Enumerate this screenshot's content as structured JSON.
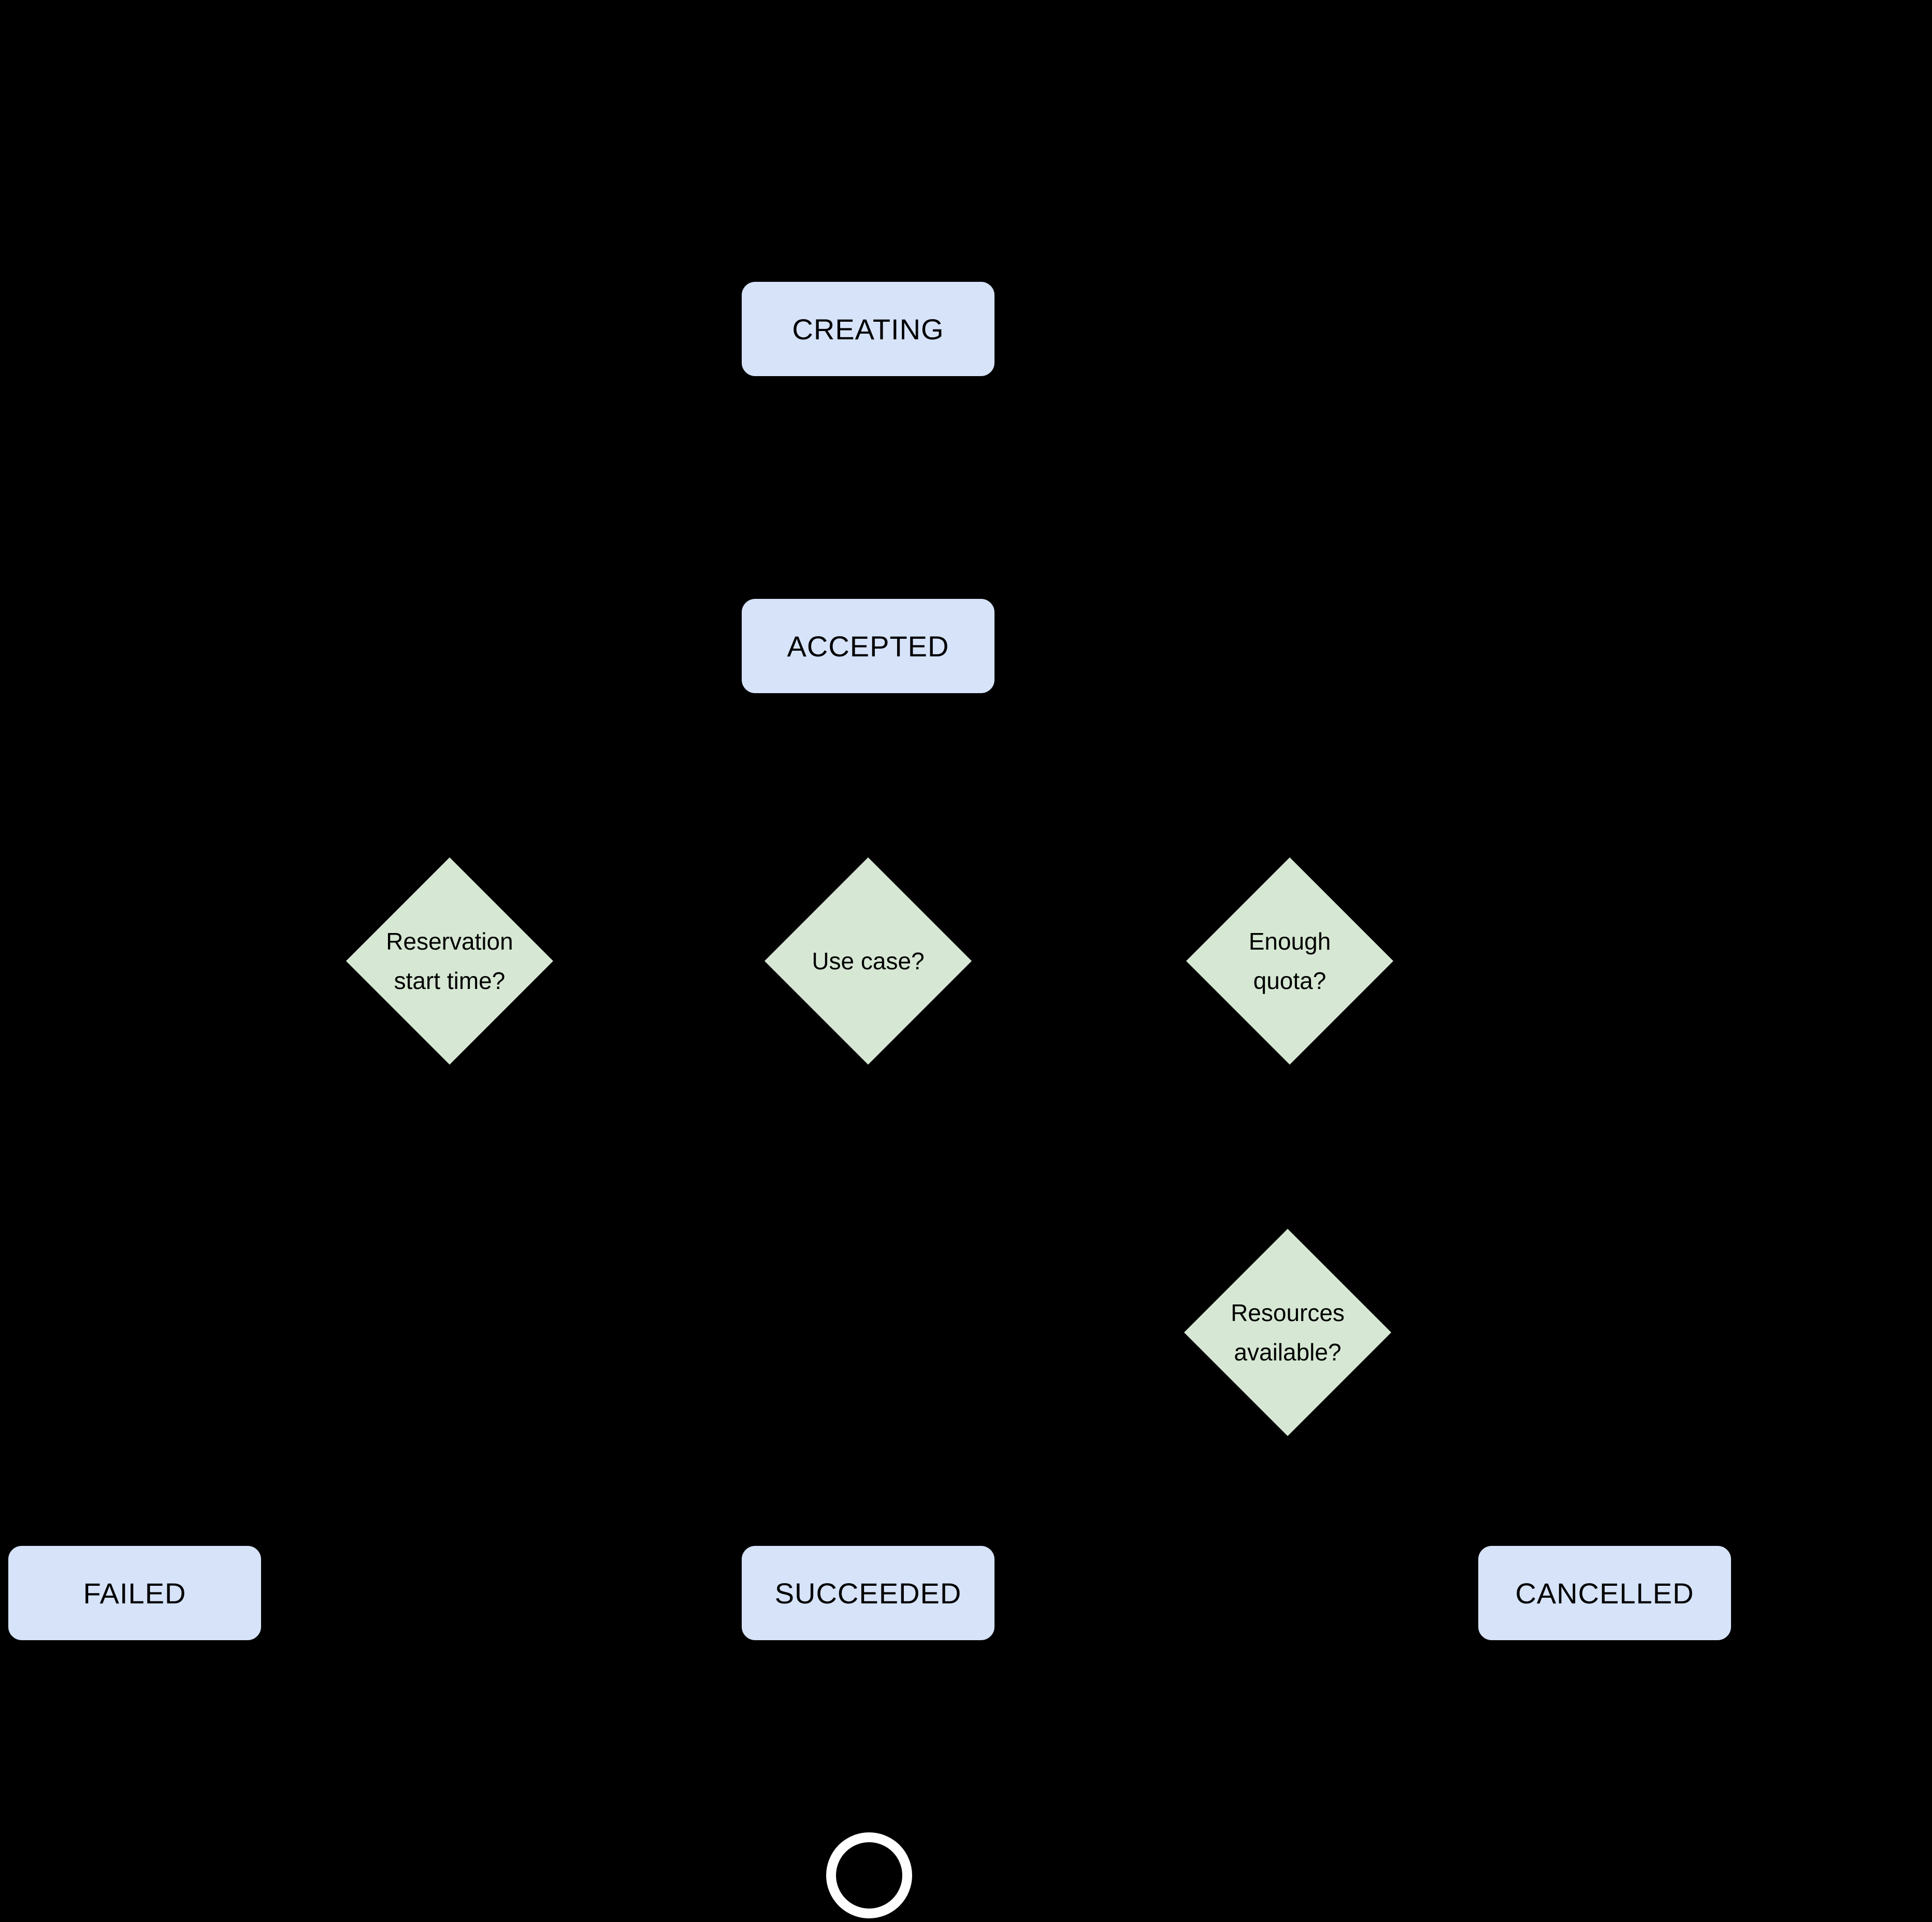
{
  "colors": {
    "background": "#000000",
    "state_fill": "#d6e3f9",
    "state_border": "#000000",
    "decision_fill": "#d6e8d3",
    "text_color": "#000000",
    "end_ring": "#ffffff"
  },
  "nodes": {
    "creating": {
      "label": "CREATING"
    },
    "accepted": {
      "label": "ACCEPTED"
    },
    "failed": {
      "label": "FAILED"
    },
    "succeeded": {
      "label": "SUCCEEDED"
    },
    "cancelled": {
      "label": "CANCELLED"
    },
    "reservation_start_time": {
      "line1": "Reservation",
      "line2": "start time?"
    },
    "use_case": {
      "label": "Use case?"
    },
    "enough_quota": {
      "line1": "Enough",
      "line2": "quota?"
    },
    "resources_available": {
      "line1": "Resources",
      "line2": "available?"
    }
  },
  "icons": {
    "end_state": "final-state-ring"
  }
}
